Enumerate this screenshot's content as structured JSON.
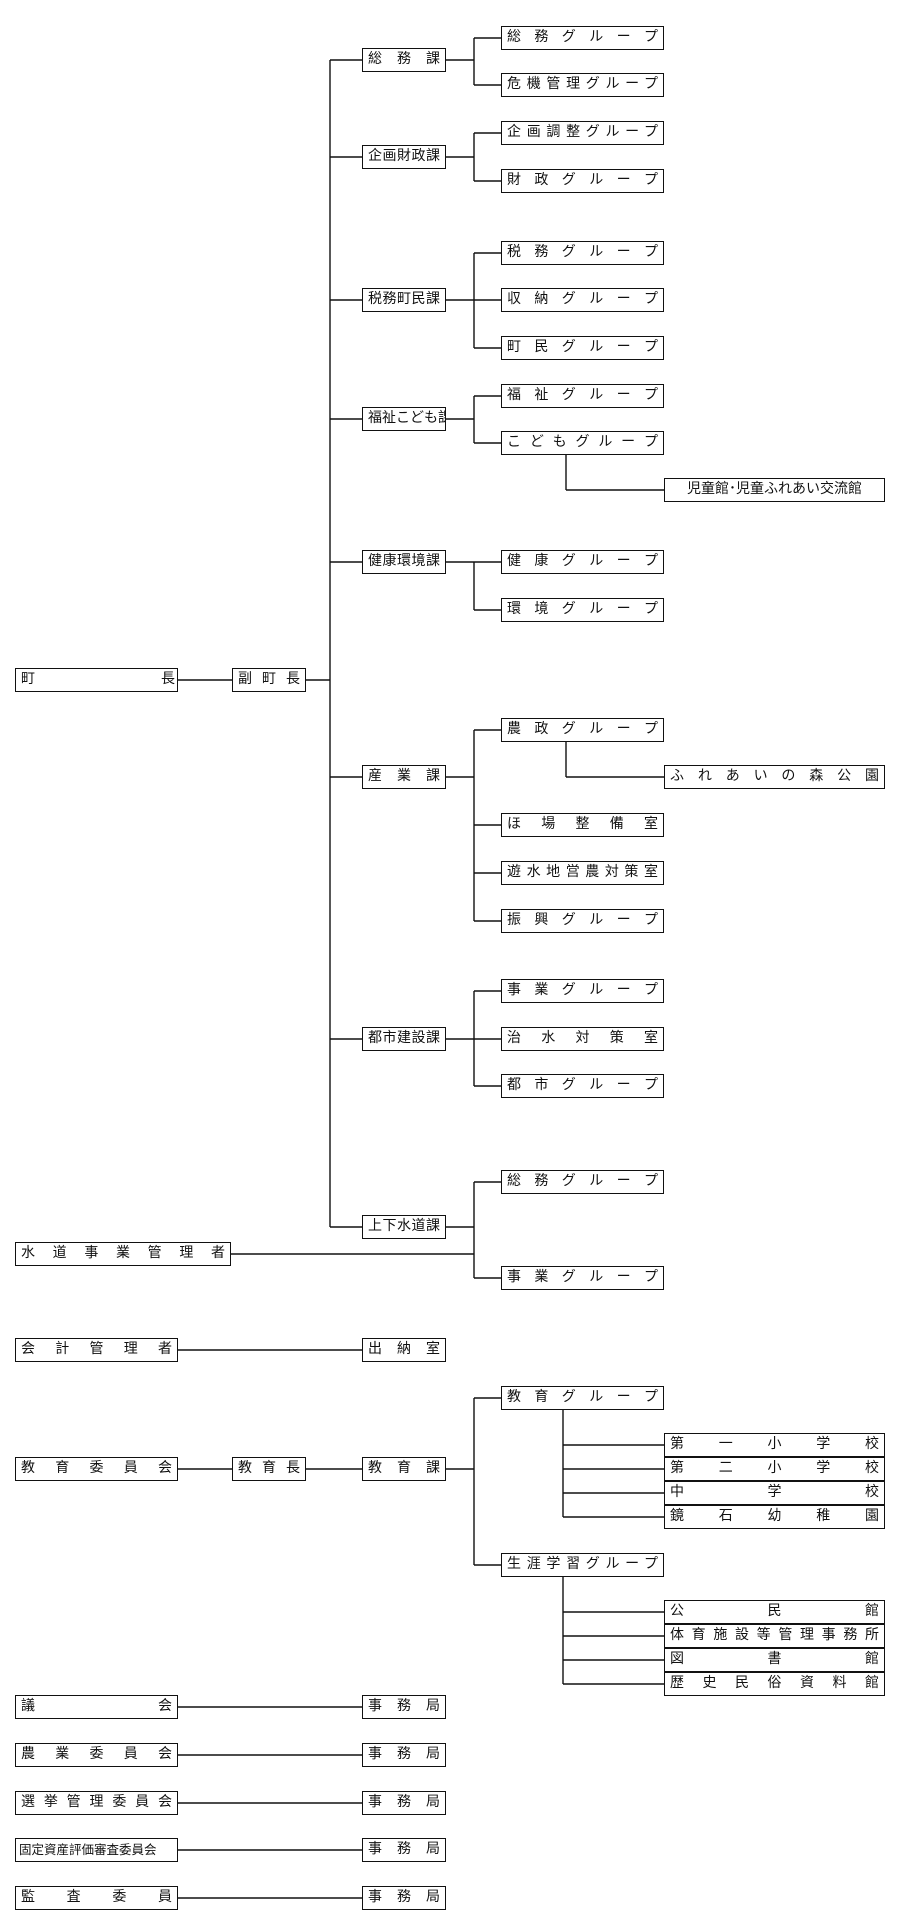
{
  "mayor": "町　　　　　　　　　長",
  "deputy_mayor": "副 町 長",
  "water_manager": "水道事業管理者",
  "accounting_manager": "会 計 管 理 者",
  "education_board": "教 育 委 員 会",
  "education_chief": "教 育 長",
  "departments": {
    "soumu": "総 務 課",
    "kikaku": "企画財政課",
    "zeimu": "税務町民課",
    "fukushi": "福祉こども課",
    "kenko": "健康環境課",
    "sangyo": "産 業 課",
    "toshi": "都市建設課",
    "jogesuido": "上下水道課",
    "suitou": "出 納 室",
    "kyoiku": "教 育 課"
  },
  "groups": {
    "soumu_g": "総 務 グ ル ー プ",
    "kiki_g": "危機管理グループ",
    "kikaku_g": "企画調整グループ",
    "zaisei_g": "財 政 グ ル ー プ",
    "zei_g": "税 務 グ ル ー プ",
    "shuno_g": "収 納 グ ル ー プ",
    "chomin_g": "町 民 グ ル ー プ",
    "fukushi_g": "福 祉 グ ル ー プ",
    "kodomo_g": "こ ど も グ ル ー プ",
    "jidokan": "児童館･児童ふれあい交流館",
    "kenko_g": "健 康 グ ル ー プ",
    "kankyo_g": "環 境 グ ル ー プ",
    "nosei_g": "農 政 グ ル ー プ",
    "fureai": "ふれあいの森公園",
    "hojo": "ほ 場 整 備 室",
    "yusui": "遊水地営農対策室",
    "shinko_g": "振 興 グ ル ー プ",
    "jigyo_g": "事 業 グ ル ー プ",
    "chisui": "治 水 対 策 室",
    "toshi_g": "都 市 グ ル ー プ",
    "sui_soumu_g": "総 務 グ ル ー プ",
    "sui_jigyo_g": "事 業 グ ル ー プ",
    "kyoiku_g": "教 育 グ ル ー プ",
    "shogai_g": "生涯学習グループ"
  },
  "schools": [
    "第 一 小 学 校",
    "第 二 小 学 校",
    "中 学 校",
    "鏡 石 幼 稚 園"
  ],
  "facilities": [
    "公 民 館",
    "体育施設等管理事務所",
    "図 書 館",
    "歴 史 民 俗 資 料 館"
  ],
  "committees": [
    {
      "name": "議　　　　　会",
      "office": "事 務 局"
    },
    {
      "name": "農 業 委 員 会",
      "office": "事 務 局"
    },
    {
      "name": "選挙管理委員会",
      "office": "事 務 局"
    },
    {
      "name": "固定資産評価審査委員会",
      "office": "事 務 局"
    },
    {
      "name": "監 査 委 員",
      "office": "事 務 局"
    }
  ]
}
